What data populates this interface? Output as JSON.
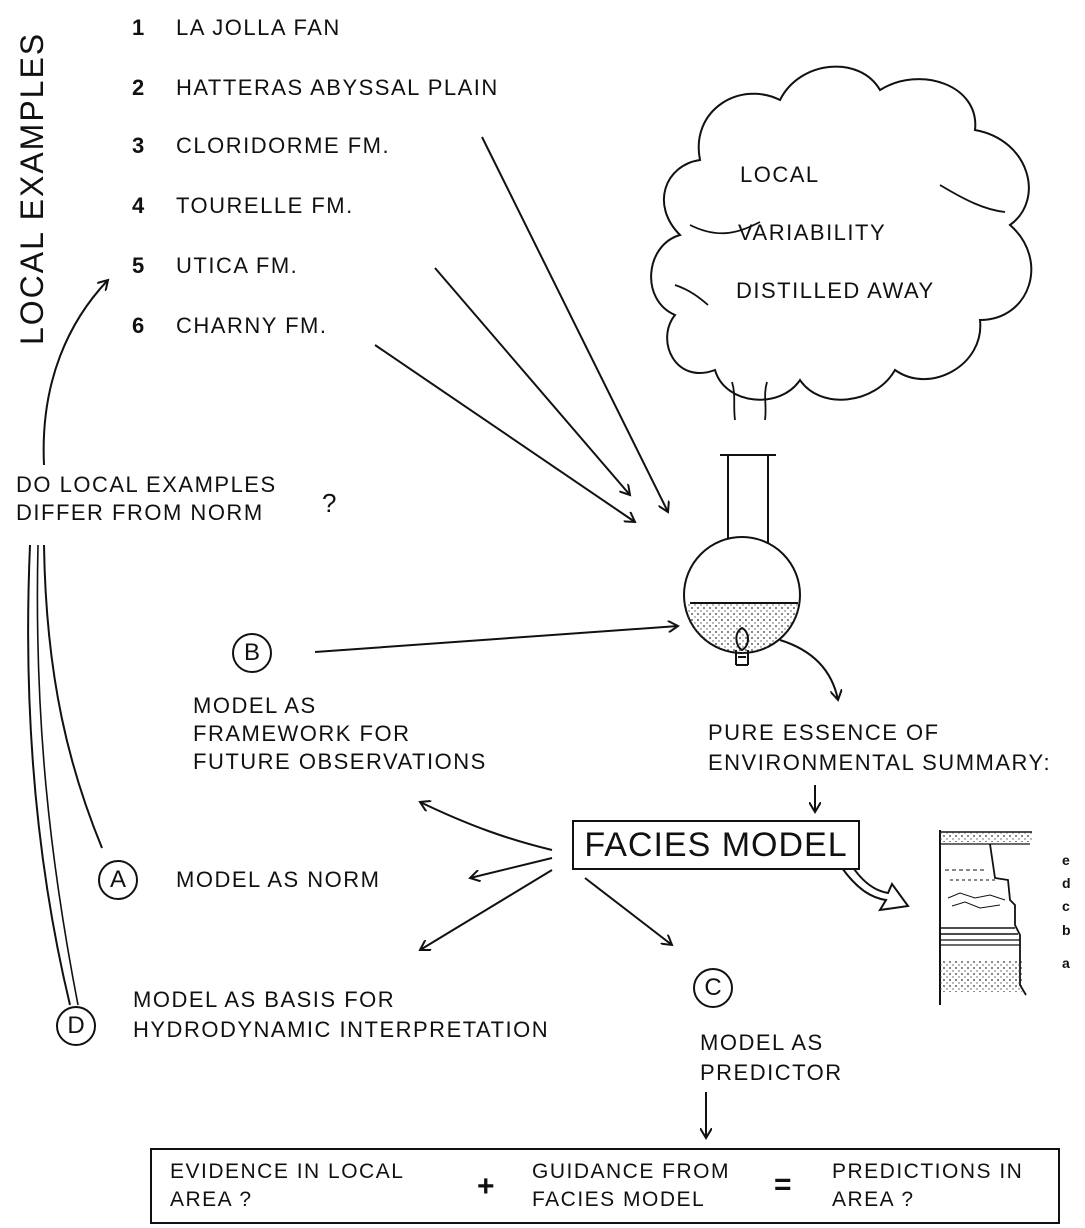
{
  "side_title": "LOCAL EXAMPLES",
  "examples": [
    {
      "num": "1",
      "label": "LA JOLLA FAN"
    },
    {
      "num": "2",
      "label": "HATTERAS ABYSSAL PLAIN"
    },
    {
      "num": "3",
      "label": "CLORIDORME FM."
    },
    {
      "num": "4",
      "label": "TOURELLE FM."
    },
    {
      "num": "5",
      "label": "UTICA FM."
    },
    {
      "num": "6",
      "label": "CHARNY FM."
    }
  ],
  "cloud": {
    "line1": "LOCAL",
    "line2": "VARIABILITY",
    "line3": "DISTILLED AWAY"
  },
  "question": {
    "line1": "DO LOCAL EXAMPLES",
    "line2": "DIFFER FROM NORM",
    "mark": "?"
  },
  "essence": {
    "line1": "PURE ESSENCE OF",
    "line2": "ENVIRONMENTAL SUMMARY:"
  },
  "facies_model": "FACIES MODEL",
  "roles": {
    "A": {
      "letter": "A",
      "text": "MODEL AS NORM"
    },
    "B": {
      "letter": "B",
      "line1": "MODEL AS",
      "line2": "FRAMEWORK FOR",
      "line3": "FUTURE OBSERVATIONS"
    },
    "C": {
      "letter": "C",
      "line1": "MODEL AS",
      "line2": "PREDICTOR"
    },
    "D": {
      "letter": "D",
      "line1": "MODEL AS BASIS FOR",
      "line2": "HYDRODYNAMIC INTERPRETATION"
    }
  },
  "bed_labels": [
    "e",
    "d",
    "c",
    "b",
    "a"
  ],
  "equation": {
    "left": "EVIDENCE IN LOCAL\nAREA  ?",
    "plus": "+",
    "middle": "GUIDANCE FROM\nFACIES MODEL",
    "equals": "=",
    "right": "PREDICTIONS IN\nAREA  ?"
  }
}
